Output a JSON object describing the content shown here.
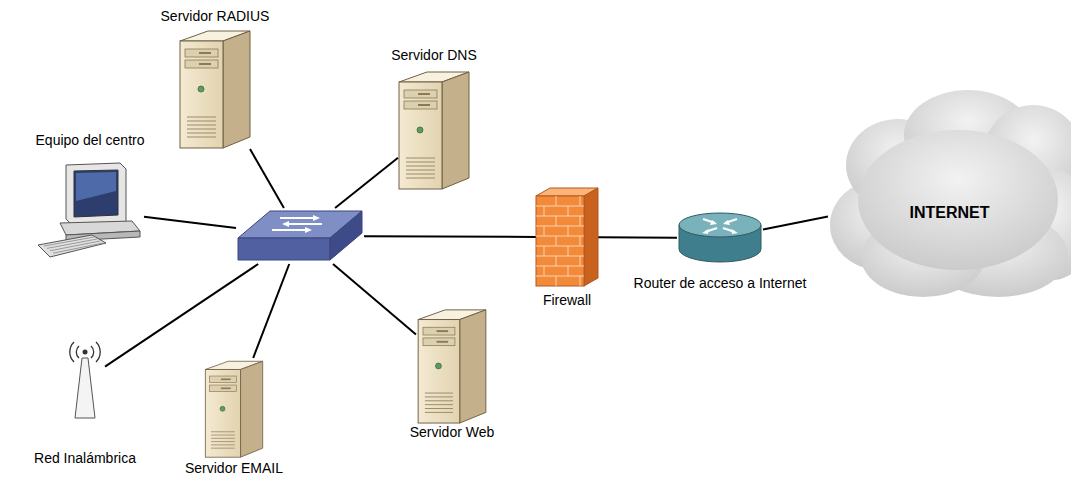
{
  "diagram": {
    "nodes": [
      {
        "text": [
          "Servidor RADIUS"
        ]
      },
      {
        "text": [
          "Servidor DNS"
        ]
      },
      {
        "text": [
          "Equipo del centro"
        ]
      },
      {
        "text": []
      },
      {
        "text": [
          "Firewall"
        ]
      },
      {
        "text": [
          "Router de acceso a Internet"
        ]
      },
      {
        "text": [
          "INTERNET"
        ]
      },
      {
        "text": [
          "Servidor Web"
        ]
      },
      {
        "text": [
          "Red Inalámbrica"
        ]
      },
      {
        "text": [
          "Servidor EMAIL"
        ]
      }
    ],
    "edges": [
      {
        "from": 0,
        "to": 3,
        "arrow": "none"
      },
      {
        "from": 1,
        "to": 3,
        "arrow": "none"
      },
      {
        "from": 2,
        "to": 3,
        "arrow": "none"
      },
      {
        "from": 3,
        "to": 4,
        "arrow": "none"
      },
      {
        "from": 4,
        "to": 5,
        "arrow": "none"
      },
      {
        "from": 5,
        "to": 6,
        "arrow": "none"
      },
      {
        "from": 3,
        "to": 7,
        "arrow": "none"
      },
      {
        "from": 3,
        "to": 8,
        "arrow": "none"
      },
      {
        "from": 3,
        "to": 9,
        "arrow": "none"
      }
    ]
  }
}
